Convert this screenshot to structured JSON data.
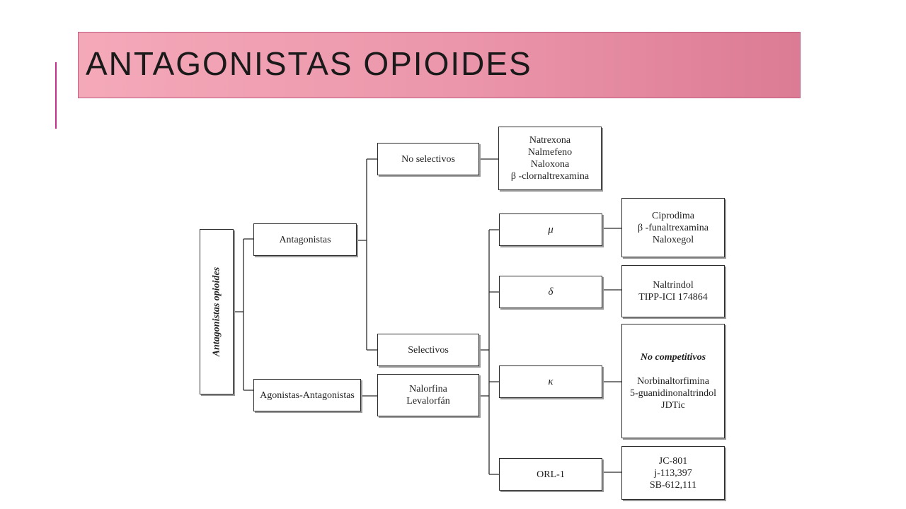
{
  "slide": {
    "title": "ANTAGONISTAS OPIOIDES"
  },
  "diagram": {
    "root": "Antagonistas opioides",
    "antagonistas": "Antagonistas",
    "agonistas_antagonistas": "Agonistas-Antagonistas",
    "no_selectivos": "No selectivos",
    "selectivos": "Selectivos",
    "no_selectivos_drugs": [
      "Natrexona",
      "Nalmefeno",
      "Naloxona",
      "β -clornaltrexamina"
    ],
    "agonistas_antagonistas_drugs": [
      "Nalorfina",
      "Levalorfán"
    ],
    "receptors": {
      "mu": "μ",
      "delta": "δ",
      "kappa": "κ",
      "orl1": "ORL-1"
    },
    "mu_drugs": [
      "Ciprodima",
      "β -funaltrexamina",
      "Naloxegol"
    ],
    "delta_drugs": [
      "Naltrindol",
      "TIPP-ICI 174864"
    ],
    "kappa_heading": "No competitivos",
    "kappa_drugs": [
      "Norbinaltorfimina",
      "5-guanidinonaltrindol",
      "JDTic"
    ],
    "orl1_drugs": [
      "JC-801",
      "j-113,397",
      "SB-612,111"
    ]
  },
  "colors": {
    "title_band_start": "#f4a9b9",
    "title_band_end": "#dc7b94",
    "accent": "#c1308a"
  }
}
